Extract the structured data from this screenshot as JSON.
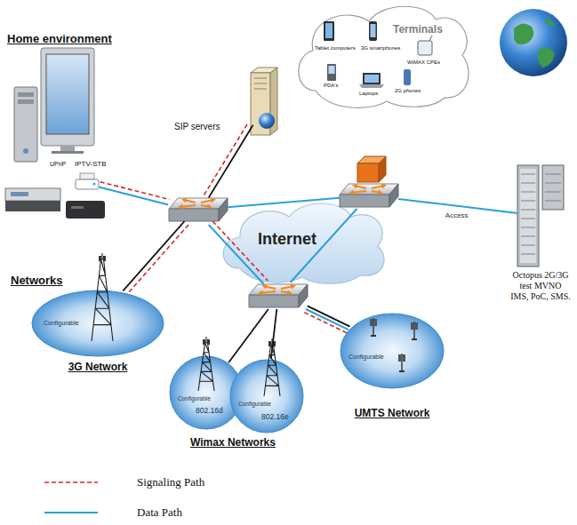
{
  "diagram": {
    "nodes": [
      {
        "text": [
          "IPTV-STB"
        ]
      },
      {
        "text": [
          "SIP servers"
        ]
      },
      {
        "text": []
      },
      {
        "text": [
          "Terminals",
          "Tablet computers",
          "3G smartphones",
          "WiMAX CPEs",
          "PDA's",
          "Laptops",
          "2G phones"
        ]
      },
      {
        "text": [
          "Internet"
        ]
      },
      {
        "text": []
      },
      {
        "text": []
      },
      {
        "text": [
          "Octopus 2G/3G test MVNO IMS, PoC, SMS."
        ]
      },
      {
        "text": [
          "Configurable",
          "3G Network"
        ]
      },
      {
        "text": [
          "Configurable",
          "802.16d"
        ]
      },
      {
        "text": [
          "Configurable",
          "802.16e"
        ]
      },
      {
        "text": [
          "Configurable",
          "UMTS Network"
        ]
      }
    ],
    "edges": [
      {
        "from": 0,
        "to": 1,
        "arrow": "none"
      },
      {
        "from": 0,
        "to": 1,
        "arrow": "none"
      },
      {
        "from": 1,
        "to": 2,
        "arrow": "none"
      },
      {
        "from": 1,
        "to": 2,
        "arrow": "none"
      },
      {
        "from": 1,
        "to": 5,
        "arrow": "none"
      },
      {
        "from": 1,
        "to": 6,
        "arrow": "none"
      },
      {
        "from": 1,
        "to": 6,
        "arrow": "none"
      },
      {
        "from": 1,
        "to": 8,
        "arrow": "none"
      },
      {
        "from": 1,
        "to": 8,
        "arrow": "none"
      },
      {
        "from": 6,
        "to": 5,
        "arrow": "none"
      },
      {
        "from": 5,
        "to": 7,
        "arrow": "none",
        "label": "Access"
      },
      {
        "from": 6,
        "to": 9,
        "arrow": "none"
      },
      {
        "from": 6,
        "to": 10,
        "arrow": "none"
      },
      {
        "from": 6,
        "to": 11,
        "arrow": "none"
      },
      {
        "from": 6,
        "to": 11,
        "arrow": "none"
      },
      {
        "from": 6,
        "to": 11,
        "arrow": "none"
      }
    ],
    "labels": [
      "Home environment",
      "UPnP",
      "Networks",
      "Wimax Networks"
    ],
    "legend": [
      {
        "text": "Signaling Path"
      },
      {
        "text": "Data Path"
      }
    ]
  }
}
